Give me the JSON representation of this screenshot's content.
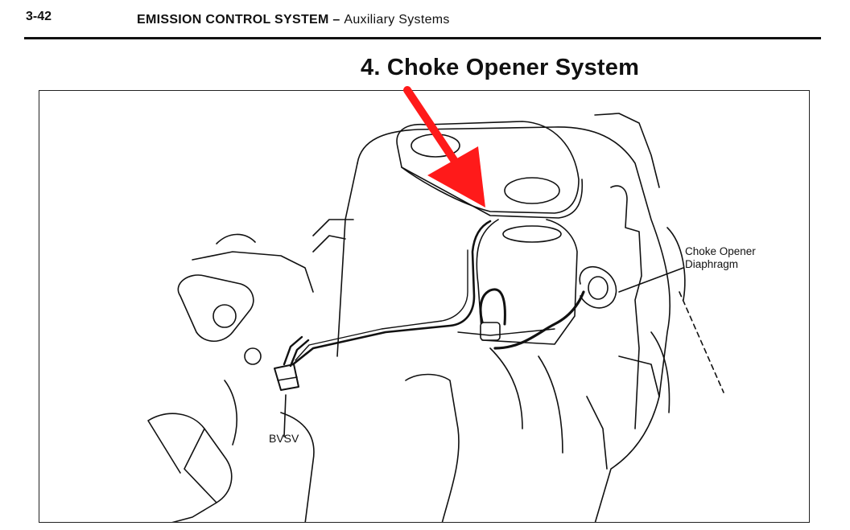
{
  "header": {
    "page_number": "3-42",
    "title": "EMISSION CONTROL SYSTEM",
    "separator": "–",
    "subtitle": "Auxiliary Systems"
  },
  "section": {
    "title": "4. Choke Opener System"
  },
  "figure": {
    "labels": {
      "choke_opener_line1": "Choke Opener",
      "choke_opener_line2": "Diaphragm",
      "bvsv": "BVSV"
    }
  },
  "colors": {
    "ink": "#111111",
    "annotation_arrow": "#ff1a1a",
    "paper": "#ffffff"
  }
}
